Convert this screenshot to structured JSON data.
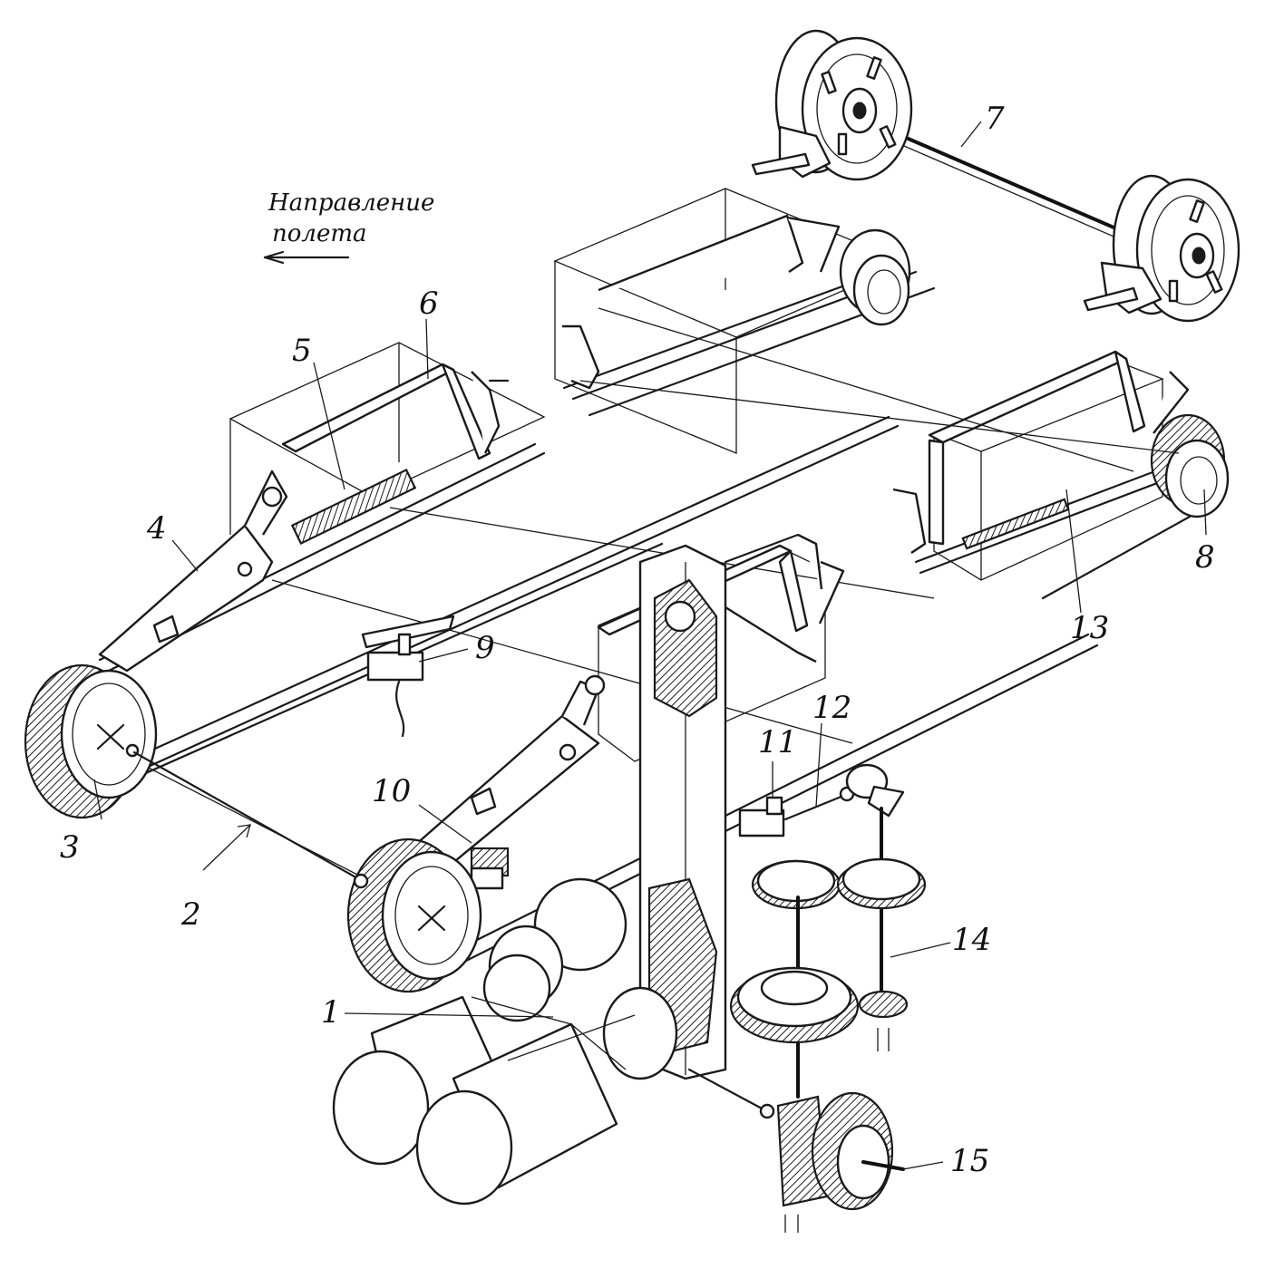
{
  "caption": {
    "line1": "Направление",
    "line2": "полета"
  },
  "callouts": {
    "c1": "1",
    "c2": "2",
    "c3": "3",
    "c4": "4",
    "c5": "5",
    "c6": "6",
    "c7": "7",
    "c8": "8",
    "c9": "9",
    "c10": "10",
    "c11": "11",
    "c12": "12",
    "c13": "13",
    "c14": "14",
    "c15": "15"
  },
  "colors": {
    "ink": "#1a1a1a",
    "paper": "#ffffff"
  }
}
